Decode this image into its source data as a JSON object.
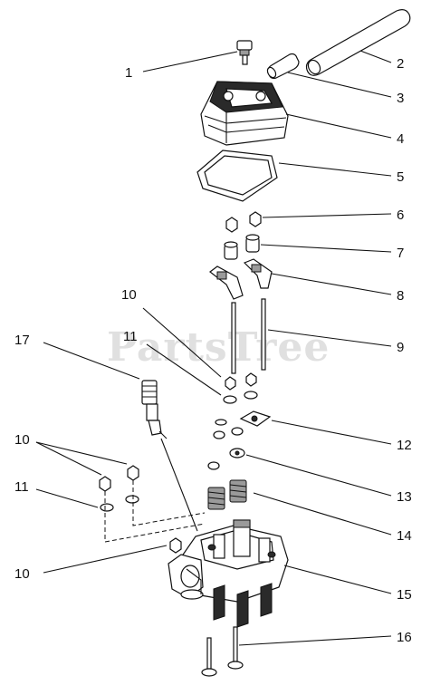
{
  "watermark": "PartsTree",
  "callouts": [
    {
      "id": "c1",
      "text": "1"
    },
    {
      "id": "c2",
      "text": "2"
    },
    {
      "id": "c3",
      "text": "3"
    },
    {
      "id": "c4",
      "text": "4"
    },
    {
      "id": "c5",
      "text": "5"
    },
    {
      "id": "c6",
      "text": "6"
    },
    {
      "id": "c7",
      "text": "7"
    },
    {
      "id": "c8",
      "text": "8"
    },
    {
      "id": "c9",
      "text": "9"
    },
    {
      "id": "c10a",
      "text": "10"
    },
    {
      "id": "c11a",
      "text": "11"
    },
    {
      "id": "c17",
      "text": "17"
    },
    {
      "id": "c10b",
      "text": "10"
    },
    {
      "id": "c11b",
      "text": "11"
    },
    {
      "id": "c12",
      "text": "12"
    },
    {
      "id": "c13",
      "text": "13"
    },
    {
      "id": "c14",
      "text": "14"
    },
    {
      "id": "c15",
      "text": "15"
    },
    {
      "id": "c10c",
      "text": "10"
    },
    {
      "id": "c16",
      "text": "16"
    }
  ]
}
